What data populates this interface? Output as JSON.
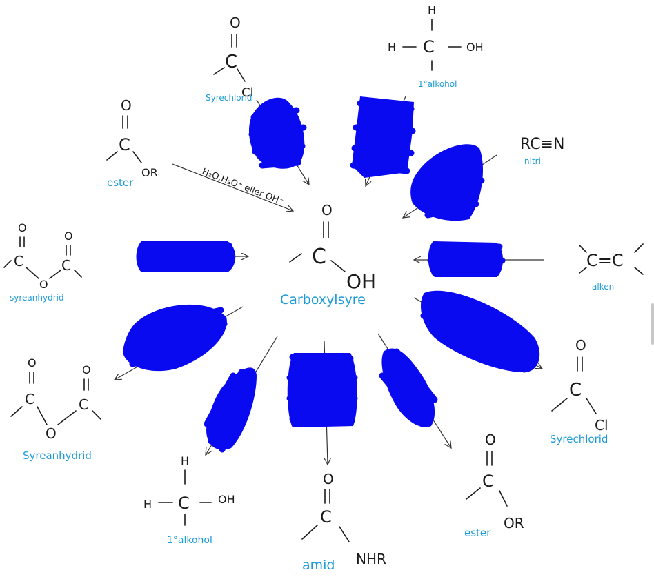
{
  "center": {
    "o": "O",
    "c": "C",
    "oh": "OH",
    "label": "Carboxylsyre"
  },
  "acid_chloride_top": {
    "o": "O",
    "c": "C",
    "cl": "Cl",
    "label": "Syrechlorid"
  },
  "alcohol_top": {
    "h": "H",
    "h_left": "H",
    "c": "C",
    "oh": "OH",
    "label": "1°alkohol"
  },
  "nitrile": {
    "formula": "RC≡N",
    "label": "nitril"
  },
  "ester_top": {
    "o": "O",
    "c": "C",
    "or": "OR",
    "label": "ester"
  },
  "hydrolysis_note": "H₂O,H₃O⁺ eller OH⁻",
  "anhydride_left": {
    "o1": "O",
    "o2": "O",
    "c1": "C",
    "c2": "C",
    "o_bridge": "O",
    "label": "syreanhydrid"
  },
  "alkene": {
    "formula": "C=C",
    "label": "alken"
  },
  "anhydride_bottom": {
    "o1": "O",
    "o2": "O",
    "c1": "C",
    "c2": "C",
    "o_bridge": "O",
    "label": "Syreanhydrid"
  },
  "acid_chloride_right": {
    "o": "O",
    "c": "C",
    "cl": "Cl",
    "label": "Syrechlorid"
  },
  "alcohol_bottom": {
    "h": "H",
    "h_left": "H",
    "c": "C",
    "oh": "OH",
    "label": "1°alkohol"
  },
  "amide": {
    "o": "O",
    "c": "C",
    "nhr": "NHR",
    "label": "amid"
  },
  "ester_bottom": {
    "o": "O",
    "c": "C",
    "or": "OR",
    "label": "ester"
  },
  "colors": {
    "ink": "#1a1a1a",
    "label": "#1d9bd6",
    "scribble": "#0a0af0",
    "background": "#ffffff"
  }
}
